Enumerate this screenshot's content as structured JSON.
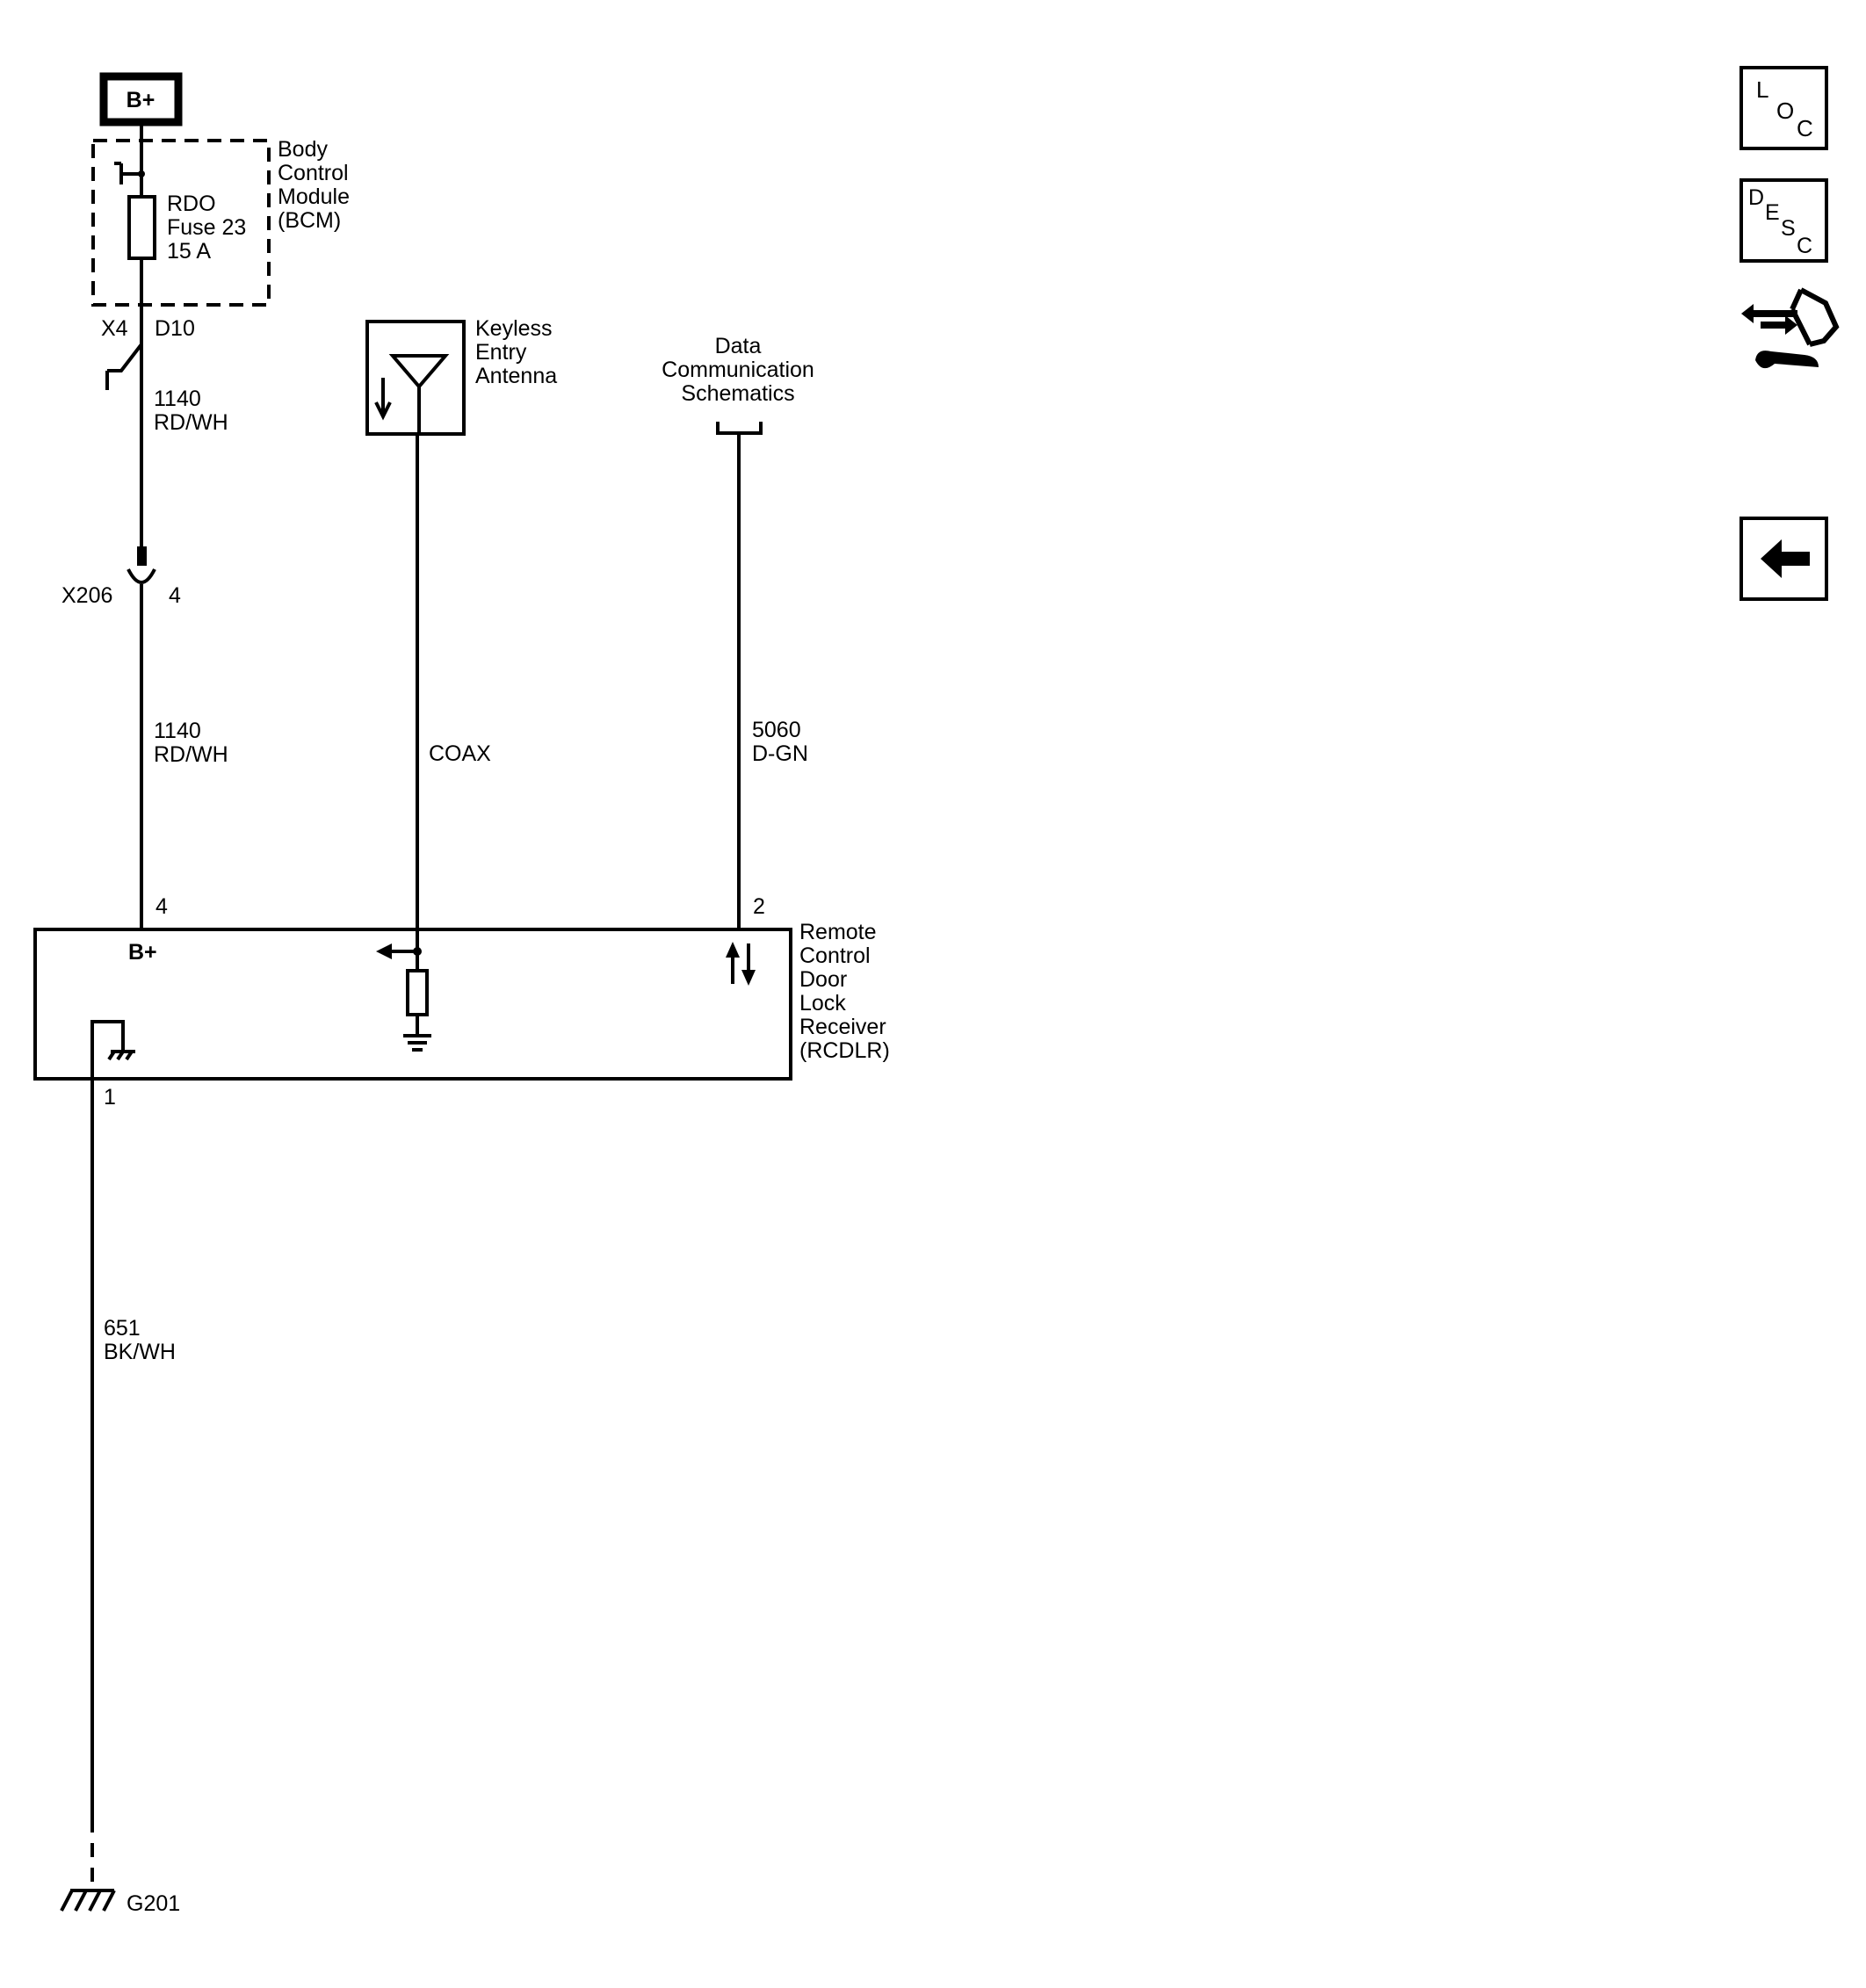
{
  "power_source": {
    "label": "B+"
  },
  "bcm": {
    "name_lines": [
      "Body",
      "Control",
      "Module",
      "(BCM)"
    ],
    "fuse_lines": [
      "RDO",
      "Fuse 23",
      "15 A"
    ],
    "connector": "X4",
    "pin": "D10"
  },
  "wire_1140_upper": {
    "circuit": "1140",
    "color": "RD/WH"
  },
  "inline_connector": {
    "name": "X206",
    "pin": "4"
  },
  "wire_1140_lower": {
    "circuit": "1140",
    "color": "RD/WH"
  },
  "antenna": {
    "name_lines": [
      "Keyless",
      "Entry",
      "Antenna"
    ]
  },
  "coax": {
    "label": "COAX"
  },
  "data_comm": {
    "name_lines": [
      "Data",
      "Communication",
      "Schematics"
    ],
    "circuit": "5060",
    "color": "D-GN"
  },
  "rcdlr": {
    "name_lines": [
      "Remote",
      "Control",
      "Door",
      "Lock",
      "Receiver",
      "(RCDLR)"
    ],
    "pin_bplus": "4",
    "pin_data": "2",
    "pin_ground": "1",
    "bplus_label": "B+"
  },
  "ground_wire": {
    "circuit": "651",
    "color": "BK/WH"
  },
  "ground": {
    "name": "G201"
  },
  "side_buttons": {
    "loc": [
      "L",
      "O",
      "C"
    ],
    "desc": [
      "D",
      "E",
      "S",
      "C"
    ]
  }
}
